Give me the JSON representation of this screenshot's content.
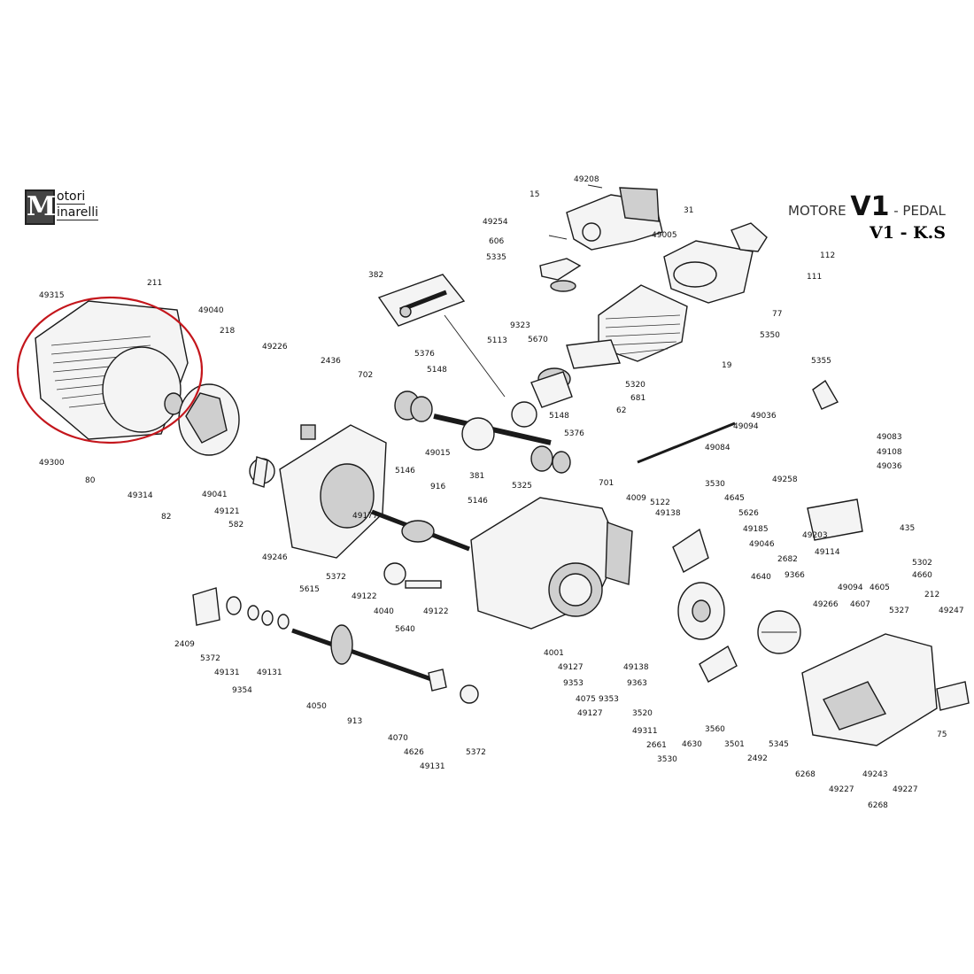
{
  "brand": {
    "logo_line1": "otori",
    "logo_line2": "inarelli",
    "logo_initial": "M"
  },
  "title": {
    "prefix": "MOTORE ",
    "model": "V1",
    "suffix": " - PEDAL",
    "subtitle": "V1 - K.S"
  },
  "highlight_color": "#c4161c",
  "part_labels": [
    "49208",
    "15",
    "31",
    "49254",
    "49005",
    "606",
    "5335",
    "112",
    "111",
    "77",
    "5350",
    "19",
    "382",
    "9323",
    "5113",
    "5670",
    "5320",
    "681",
    "62",
    "5376",
    "5148",
    "5355",
    "49036",
    "49094",
    "49083",
    "49108",
    "49036",
    "49084",
    "49015",
    "381",
    "5148",
    "5376",
    "211",
    "49315",
    "49040",
    "218",
    "49226",
    "2436",
    "702",
    "49300",
    "80",
    "49314",
    "82",
    "49041",
    "49121",
    "582",
    "5146",
    "916",
    "49177",
    "5372",
    "49246",
    "5615",
    "5325",
    "5146",
    "701",
    "4009",
    "3530",
    "5122",
    "49138",
    "4645",
    "5626",
    "49185",
    "49046",
    "2682",
    "49258",
    "49203",
    "49114",
    "435",
    "5302",
    "4660",
    "9366",
    "49094",
    "4605",
    "49266",
    "4607",
    "5327",
    "212",
    "49247",
    "49122",
    "4040",
    "5640",
    "49122",
    "2409",
    "5372",
    "49131",
    "9354",
    "49131",
    "4050",
    "913",
    "4070",
    "4626",
    "49131",
    "5372",
    "4001",
    "49127",
    "9353",
    "4075",
    "9353",
    "49127",
    "49138",
    "9363",
    "49311",
    "2661",
    "3520",
    "3530",
    "4630",
    "3560",
    "4640",
    "3501",
    "2492",
    "5345",
    "6268",
    "49227",
    "49243",
    "49227",
    "75",
    "6268"
  ]
}
